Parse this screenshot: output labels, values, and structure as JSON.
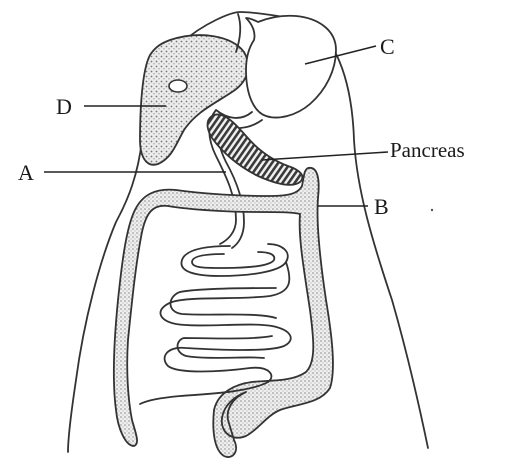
{
  "labels": {
    "c": "C",
    "d": "D",
    "a": "A",
    "pancreas": "Pancreas",
    "b": "B"
  },
  "colors": {
    "ink": "#222222",
    "liver_fill": "#d9d9d9",
    "pancreas_fill": "#555555",
    "intestine_fill": "#c8c8c8"
  }
}
